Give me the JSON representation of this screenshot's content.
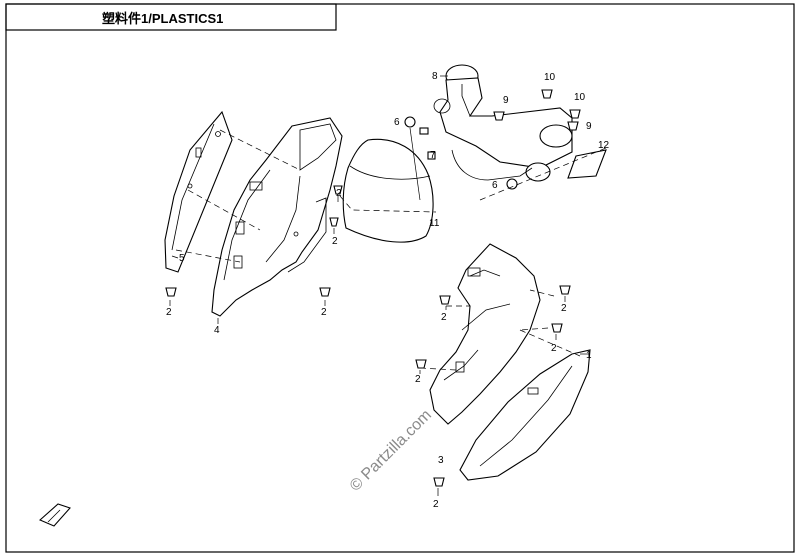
{
  "title": "塑料件1/PLASTICS1",
  "watermark": "© Partzilla.com",
  "callouts": {
    "c1": "1",
    "c2": "2",
    "c3": "3",
    "c4": "4",
    "c5": "5",
    "c6": "6",
    "c7": "7",
    "c8": "8",
    "c9": "9",
    "c10": "10",
    "c11": "11",
    "c12": "12"
  }
}
